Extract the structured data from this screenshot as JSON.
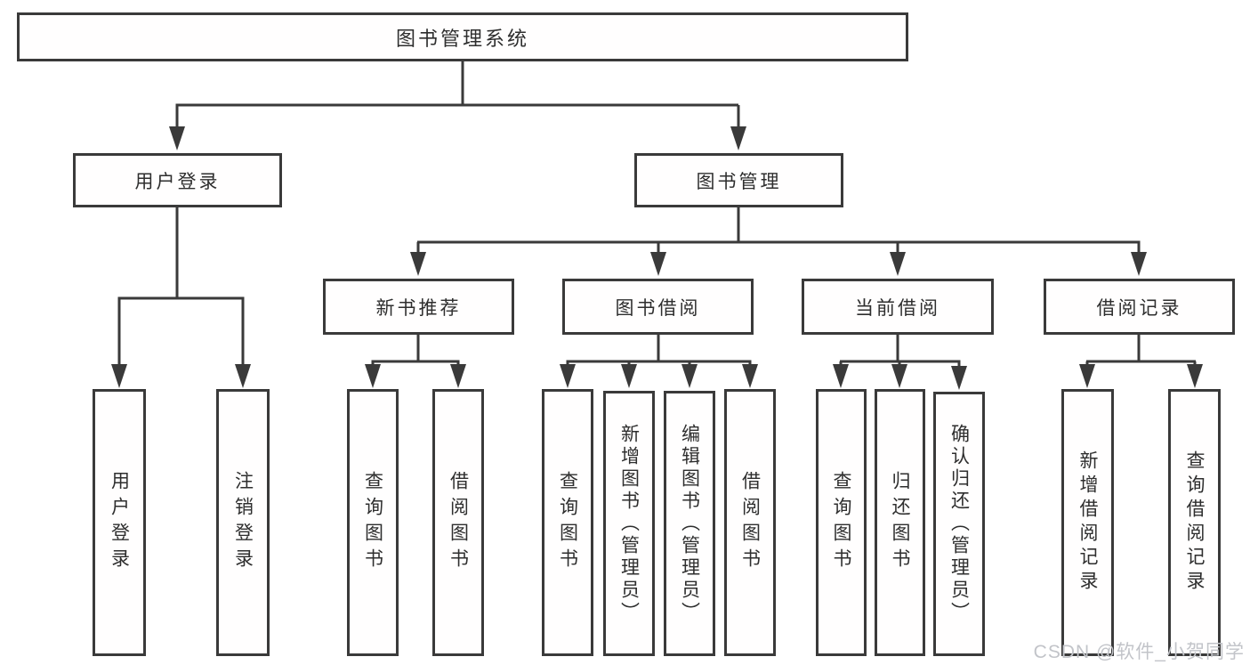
{
  "colors": {
    "line": "#3a3a3a",
    "box_border": "#3a3a3a",
    "box_fill": "#ffffff",
    "text": "#2e2e2e",
    "watermark_text": "#c2c4c9",
    "background": "#ffffff"
  },
  "tree": {
    "root": {
      "label": "图书管理系统"
    },
    "branches": [
      {
        "label": "用户登录",
        "children": [
          {
            "label": "用户登录"
          },
          {
            "label": "注销登录"
          }
        ]
      },
      {
        "label": "图书管理",
        "children": [
          {
            "label": "新书推荐",
            "children": [
              {
                "label": "查询图书"
              },
              {
                "label": "借阅图书"
              }
            ]
          },
          {
            "label": "图书借阅",
            "children": [
              {
                "label": "查询图书"
              },
              {
                "label": "新增图书（管理员）"
              },
              {
                "label": "编辑图书（管理员）"
              },
              {
                "label": "借阅图书"
              }
            ]
          },
          {
            "label": "当前借阅",
            "children": [
              {
                "label": "查询图书"
              },
              {
                "label": "归还图书"
              },
              {
                "label": "确认归还（管理员）"
              }
            ]
          },
          {
            "label": "借阅记录",
            "children": [
              {
                "label": "新增借阅记录"
              },
              {
                "label": "查询借阅记录"
              }
            ]
          }
        ]
      }
    ]
  },
  "watermark": "CSDN @软件_小贺同学"
}
